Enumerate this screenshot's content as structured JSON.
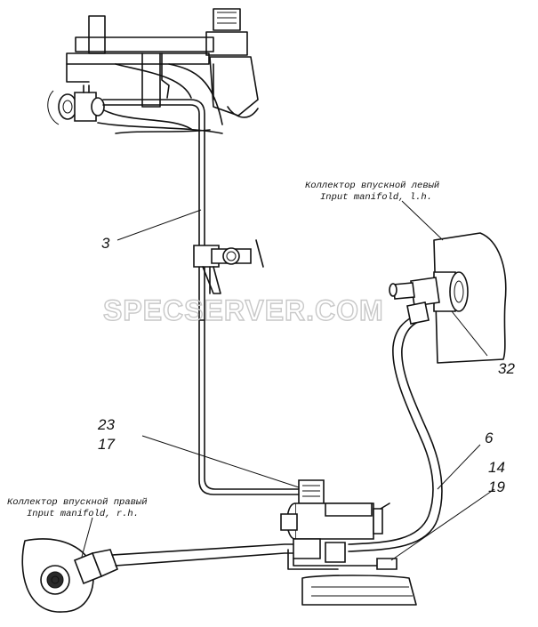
{
  "watermark": "SPECSERVER.COM",
  "callouts": {
    "tube_3": "3",
    "parts_23": "23",
    "parts_17": "17",
    "hose_6": "6",
    "parts_14": "14",
    "parts_19": "19",
    "fitting_32": "32"
  },
  "captions": {
    "left_manifold_ru": "Коллектор впускной левый",
    "left_manifold_en": "Input manifold, l.h.",
    "right_manifold_ru": "Коллектор впускной правый",
    "right_manifold_en": "Input manifold, r.h."
  }
}
